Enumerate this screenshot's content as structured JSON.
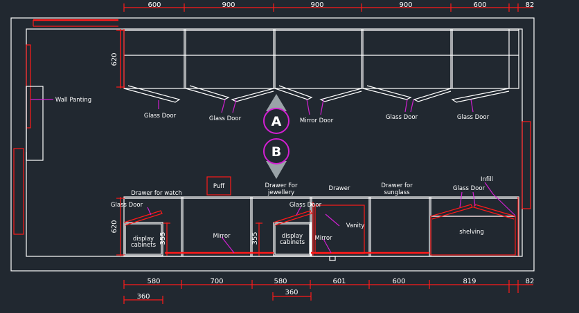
{
  "top_dims": [
    "600",
    "900",
    "900",
    "900",
    "600",
    "82"
  ],
  "bottom_dims": [
    "580",
    "700",
    "580",
    "601",
    "600",
    "819",
    "82"
  ],
  "sub_dims": [
    "360",
    "360"
  ],
  "side_dims": {
    "top_left": "620",
    "bottom_left": "620",
    "cab1": "355",
    "cab2": "355"
  },
  "markers": {
    "a": "A",
    "b": "B"
  },
  "labels": {
    "wall_painting": "Wall Panting",
    "glass_door_1": "Glass Door",
    "glass_door_2": "Glass Door",
    "mirror_door": "Mirror Door",
    "glass_door_3": "Glass Door",
    "glass_door_4": "Glass Door",
    "drawer_watch": "Drawer for watch",
    "puff": "Puff",
    "drawer_jewellery_1": "Drawer For",
    "drawer_jewellery_2": "jewellery",
    "drawer": "Drawer",
    "drawer_sunglass_1": "Drawer for",
    "drawer_sunglass_2": "sunglass",
    "infill": "Infill",
    "glass_door_5": "Glass Door",
    "glass_door_6": "Glass Door",
    "glass_door_7": "Glass Door",
    "display_1a": "display",
    "display_1b": "cabinets",
    "mirror_1": "Mirror",
    "display_2a": "display",
    "display_2b": "cabinets",
    "vanity": "Vanity",
    "mirror_2": "Mirror",
    "shelving": "shelving"
  }
}
